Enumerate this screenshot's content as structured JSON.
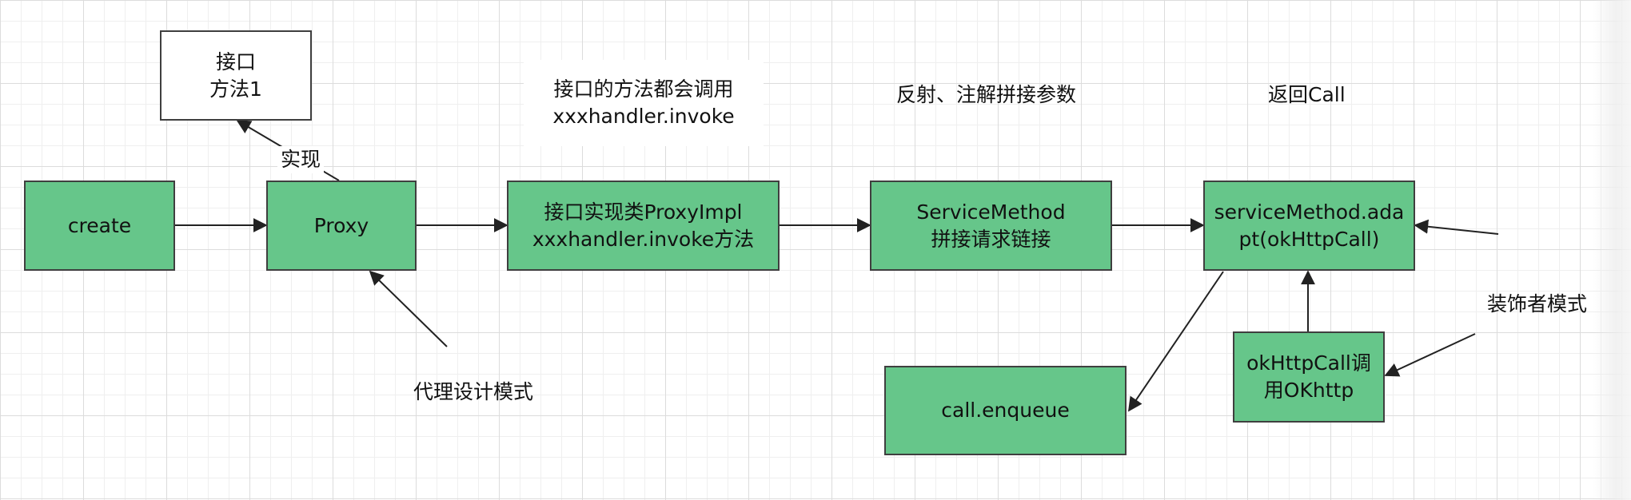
{
  "nodes": {
    "create": "create",
    "proxy": "Proxy",
    "proxy_impl": "接口实现类ProxyImpl\nxxxhandler.invoke方法",
    "service_method": "ServiceMethod\n拼接请求链接",
    "adapt": "serviceMethod.ada\npt(okHttpCall)",
    "enqueue": "call.enqueue",
    "okhttpcall": "okHttpCall调\n用OKhttp",
    "interface_method": "接口\n方法1"
  },
  "labels": {
    "implements": "实现",
    "proxy_pattern": "代理设计模式",
    "invoke_note": "接口的方法都会调用\nxxxhandler.invoke",
    "reflection_note": "反射、注解拼接参数",
    "return_call": "返回Call",
    "decorator_pattern": "装饰者模式"
  },
  "colors": {
    "node_fill": "#66c68a",
    "stroke": "#3f3f3f",
    "arrow": "#222222"
  }
}
